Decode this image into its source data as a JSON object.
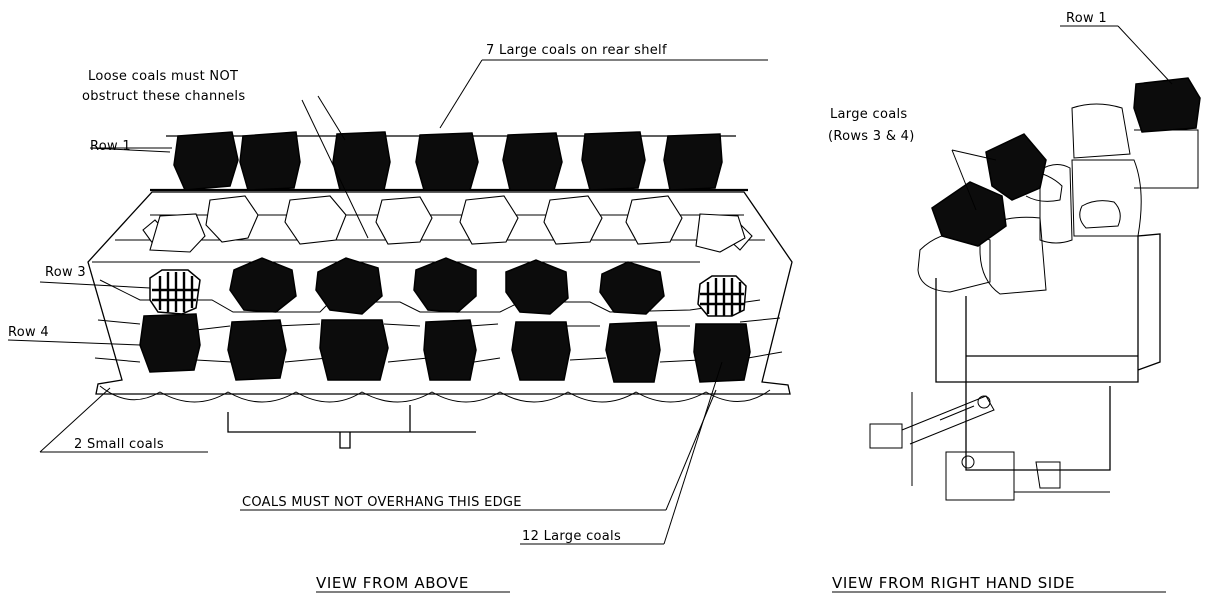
{
  "labels": {
    "rear_shelf": "7 Large coals on rear shelf",
    "loose_line1": "Loose coals must NOT",
    "loose_line2": "obstruct these channels",
    "row1": "Row 1",
    "row3": "Row 3",
    "row4": "Row 4",
    "small_coals": "2 Small coals",
    "overhang": "COALS MUST NOT OVERHANG THIS EDGE",
    "large12": "12 Large coals",
    "view_above": "VIEW FROM ABOVE",
    "side_row1": "Row 1",
    "side_large_line1": "Large coals",
    "side_large_line2": "(Rows 3 & 4)",
    "view_side": "VIEW FROM RIGHT HAND SIDE"
  },
  "counts": {
    "rear_shelf_large_coals": 7,
    "small_coals": 2,
    "front_large_coals": 12
  },
  "colors": {
    "coal": "#0c0c0c",
    "line": "#000000",
    "background": "#ffffff"
  }
}
